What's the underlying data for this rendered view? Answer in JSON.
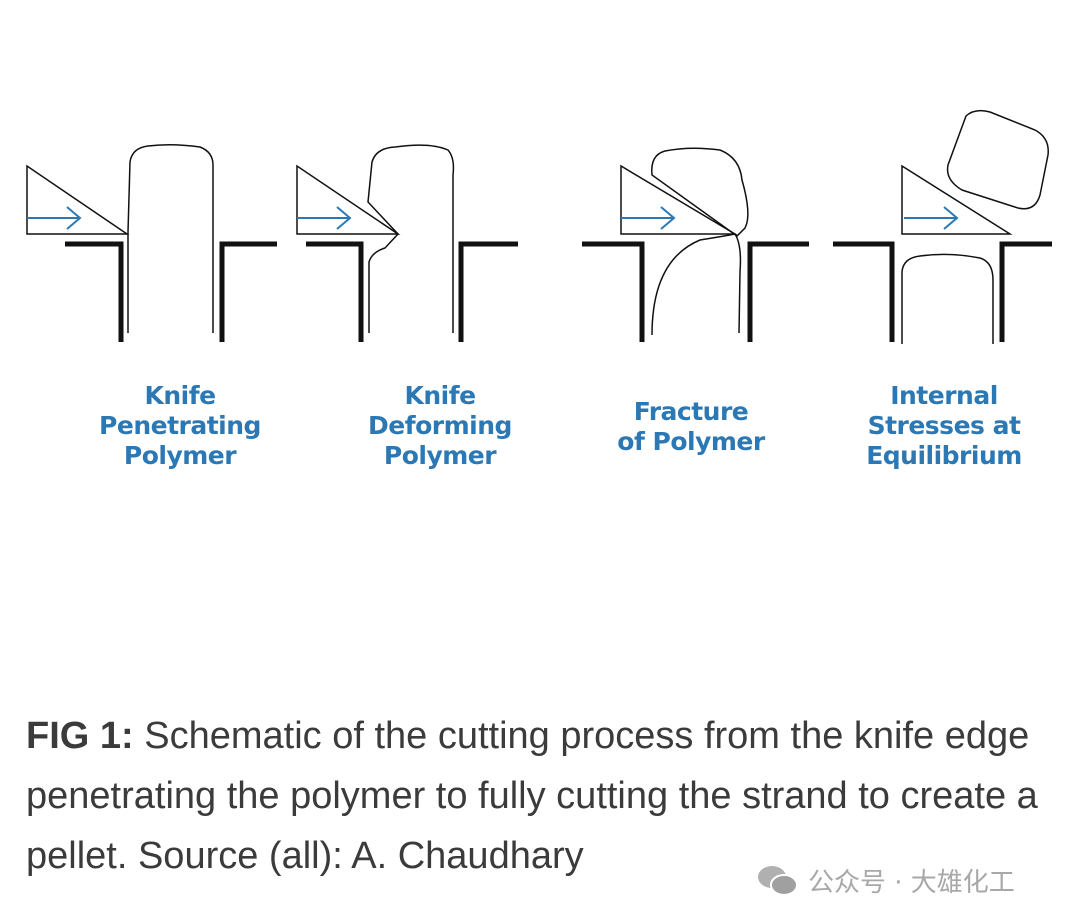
{
  "panels": [
    {
      "label_lines": [
        "Knife",
        "Penetrating",
        "Polymer"
      ]
    },
    {
      "label_lines": [
        "Knife",
        "Deforming",
        "Polymer"
      ]
    },
    {
      "label_lines": [
        "Fracture",
        "of Polymer"
      ]
    },
    {
      "label_lines": [
        "Internal",
        "Stresses at",
        "Equilibrium"
      ]
    }
  ],
  "caption": {
    "prefix": "FIG 1:",
    "text": " Schematic of the cutting process from the knife edge penetrating the polymer to fully cutting the strand to create a pellet. Source (all): A. Chaudhary"
  },
  "watermark": {
    "text": "公众号 · 大雄化工"
  },
  "colors": {
    "arrow": "#2b78b4",
    "label": "#2b78b4",
    "line": "#111111",
    "caption": "#3b3b3b"
  }
}
